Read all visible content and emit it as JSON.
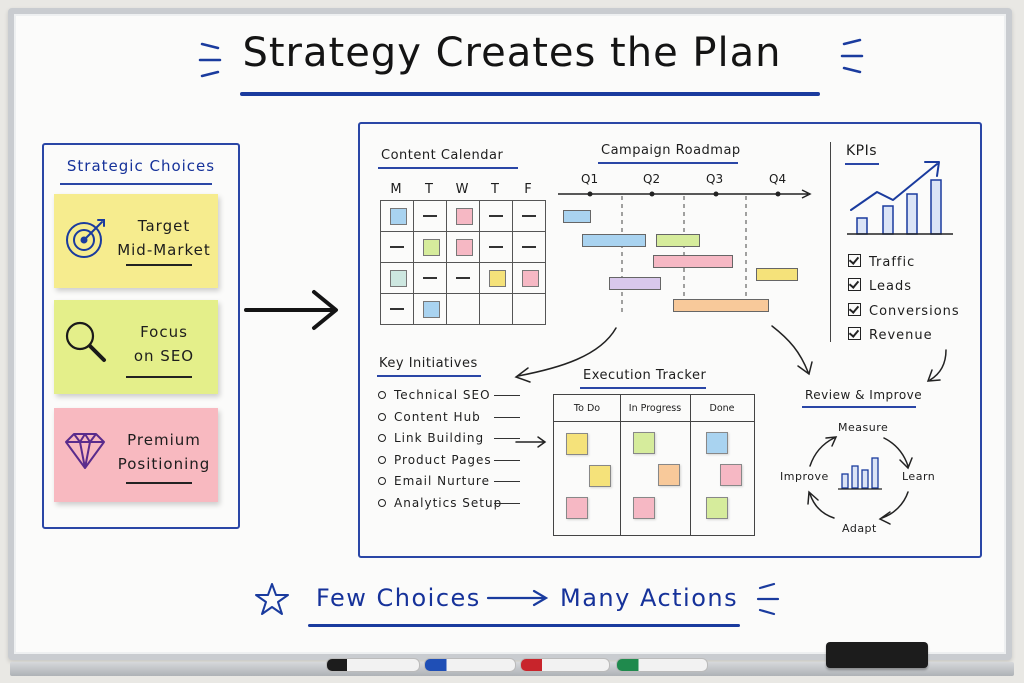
{
  "title": "Strategy Creates the Plan",
  "strategic_choices": {
    "heading": "Strategic Choices",
    "cards": [
      {
        "line1": "Target",
        "line2": "Mid-Market",
        "icon": "target-icon",
        "color": "#f6ec8e"
      },
      {
        "line1": "Focus",
        "line2": "on SEO",
        "icon": "magnifier-icon",
        "color": "#e4ef8a"
      },
      {
        "line1": "Premium",
        "line2": "Positioning",
        "icon": "diamond-icon",
        "color": "#f8b9c0"
      }
    ]
  },
  "content_calendar": {
    "heading": "Content Calendar",
    "days": [
      "M",
      "T",
      "W",
      "T",
      "F"
    ]
  },
  "campaign_roadmap": {
    "heading": "Campaign Roadmap",
    "quarters": [
      "Q1",
      "Q2",
      "Q3",
      "Q4"
    ]
  },
  "kpis": {
    "heading": "KPIs",
    "items": [
      "Traffic",
      "Leads",
      "Conversions",
      "Revenue"
    ]
  },
  "key_initiatives": {
    "heading": "Key Initiatives",
    "items": [
      "Technical SEO",
      "Content Hub",
      "Link Building",
      "Product Pages",
      "Email Nurture",
      "Analytics Setup"
    ]
  },
  "execution_tracker": {
    "heading": "Execution Tracker",
    "columns": [
      "To Do",
      "In Progress",
      "Done"
    ]
  },
  "review": {
    "heading": "Review & Improve",
    "steps": [
      "Measure",
      "Learn",
      "Adapt",
      "Improve"
    ]
  },
  "footer": {
    "left": "Few Choices",
    "right": "Many Actions"
  },
  "colors": {
    "ink_blue": "#16329a",
    "note_blue": "#a9d3f0",
    "note_green": "#d6ec9c",
    "note_pink": "#f6b8c4",
    "note_yellow": "#f5e27a",
    "note_orange": "#f8c99a",
    "note_lavender": "#d9c8ec"
  },
  "markers": [
    "black",
    "blue",
    "red",
    "green"
  ]
}
